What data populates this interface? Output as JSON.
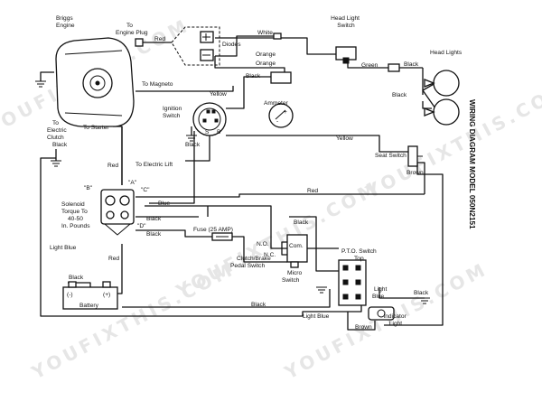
{
  "diagram": {
    "title": "WIRING DIAGRAM MODEL 050N2151",
    "watermark": "YOUFIXTHIS.COM",
    "labels": {
      "briggs_engine": [
        "Briggs",
        "Engine"
      ],
      "to_engine_plug": [
        "To",
        "Engine Plug"
      ],
      "diodes": "Diodes",
      "head_light_switch": [
        "Head Light",
        "Switch"
      ],
      "head_lights": "Head Lights",
      "to_magneto": "To Magneto",
      "ignition_switch": [
        "Ignition",
        "Switch"
      ],
      "ammeter": "Ammeter",
      "to_electric_clutch": [
        "To",
        "Electric",
        "Clutch"
      ],
      "to_starter": "To Starter",
      "to_electric_lift": "To Electric Lift",
      "seat_switch": "Seat Switch",
      "solenoid": [
        "Solenoid",
        "Torque To",
        "40-50",
        "In. Pounds"
      ],
      "fuse": "Fuse (25 AMP)",
      "clutch_brake_switch": [
        "Clutch/Brake",
        "Pedal Switch"
      ],
      "micro_switch": [
        "Micro",
        "Switch"
      ],
      "pto_switch": [
        "P.T.O. Switch",
        "Top"
      ],
      "battery": "Battery",
      "indicator_light": [
        "Indicator",
        "Light"
      ],
      "no": "N.O.",
      "nc": "N.C.",
      "com": "Com.",
      "term_b": "\"B\"",
      "term_a": "\"A\"",
      "term_c": "\"C\"",
      "term_d": "\"D\"",
      "terminal_s": "S",
      "terminal_b": "B",
      "plus": "+",
      "minus": "-",
      "bat_minus": "(-)",
      "bat_plus": "(+)"
    },
    "wire_labels": {
      "red_diodes": "Red",
      "white": "White",
      "orange_top": "Orange",
      "orange": "Orange",
      "green": "Green",
      "black_headlight": "Black",
      "black_headlight2": "Black",
      "yellow_magneto": "Yellow",
      "black_ammeter": "Black",
      "black_clutch": "Black",
      "black_ignition": "Black",
      "yellow_seat": "Yellow",
      "red_starter": "Red",
      "brown_seat": "Brown",
      "red_main": "Red",
      "blue": "Blue",
      "black_sol1": "Black",
      "black_sol2": "Black",
      "black_com": "Black",
      "light_blue_left": "Light Blue",
      "red_battery": "Red",
      "black_battery": "Black",
      "black_bottom": "Black",
      "light_blue_bottom": "Light Blue",
      "light_blue_pto": [
        "Light",
        "Blue"
      ],
      "brown_bottom": "Brown",
      "black_pto": "Black"
    }
  }
}
